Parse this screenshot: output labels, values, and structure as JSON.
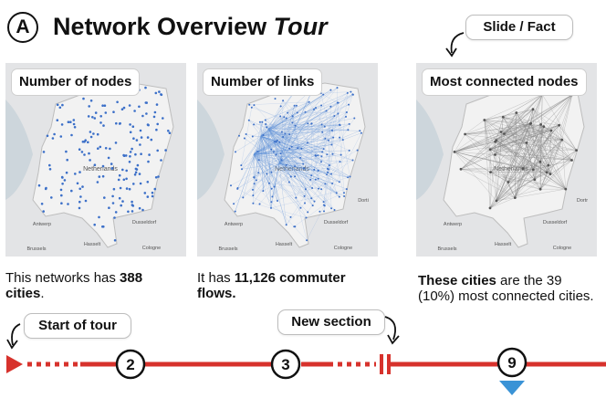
{
  "header": {
    "badge": "A",
    "title_main": "Network Overview",
    "title_italic": "Tour"
  },
  "callouts": {
    "slide_fact": "Slide / Fact",
    "start_of_tour": "Start of tour",
    "new_section": "New section"
  },
  "maps": [
    {
      "label": "Number of nodes",
      "place_names": [
        "Netherlands",
        "Antwerp",
        "Brussels",
        "Hasselt",
        "Dusseldorf",
        "Cologne"
      ],
      "caption": {
        "text_before": "This networks has ",
        "bold": "388 cities",
        "text_after": "."
      }
    },
    {
      "label": "Number of links",
      "place_names": [
        "Netherlands",
        "Antwerp",
        "Brussels",
        "Hasselt",
        "Dusseldorf",
        "Cologne",
        "Dorti"
      ],
      "caption": {
        "text_before": "It has ",
        "bold": "11,126 commuter flows.",
        "text_after": ""
      }
    },
    {
      "label": "Most connected nodes",
      "place_names": [
        "Netherlands",
        "Antwerp",
        "Brussels",
        "Hasselt",
        "Dusseldorf",
        "Cologne",
        "Dortr"
      ],
      "caption": {
        "text_before": "",
        "bold": "These cities",
        "text_after": " are the 39 (10%) most connected cities."
      }
    }
  ],
  "timeline": {
    "steps": [
      "2",
      "3",
      "9"
    ]
  },
  "colors": {
    "timeline": "#d7322c",
    "marker": "#3a93d6",
    "nodes": "#3b6fc8",
    "links": "#5b8fd8",
    "gray_links": "#8a8a8a"
  }
}
